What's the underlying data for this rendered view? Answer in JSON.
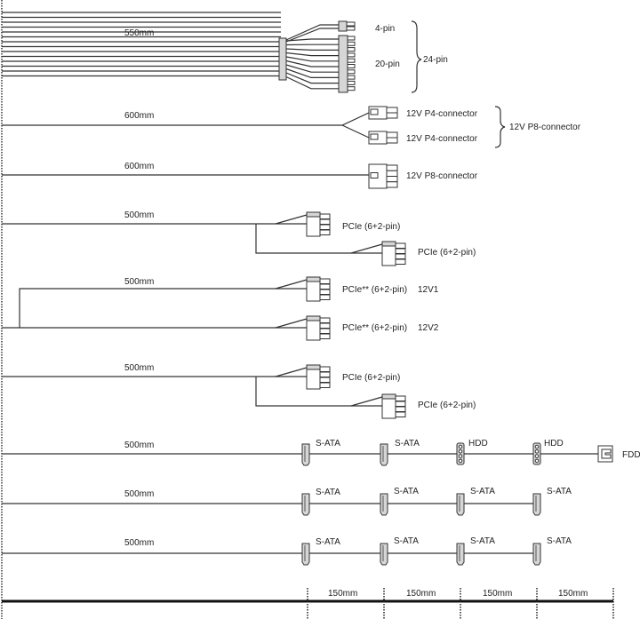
{
  "cables": {
    "atx": {
      "length": "550mm",
      "sub1": "4-pin",
      "sub2": "20-pin",
      "total": "24-pin"
    },
    "eps_split": {
      "length": "600mm",
      "conn1": "12V P4-connector",
      "conn2": "12V P4-connector",
      "total": "12V P8-connector"
    },
    "eps": {
      "length": "600mm",
      "conn": "12V P8-connector"
    },
    "pcie_a": {
      "length": "500mm",
      "conn1": "PCIe (6+2-pin)",
      "conn2": "PCIe (6+2-pin)"
    },
    "pcie_rail": {
      "length": "500mm",
      "conn1": "PCIe** (6+2-pin)",
      "rail1": "12V1",
      "conn2": "PCIe** (6+2-pin)",
      "rail2": "12V2"
    },
    "pcie_b": {
      "length": "500mm",
      "conn1": "PCIe (6+2-pin)",
      "conn2": "PCIe (6+2-pin)"
    },
    "sata_hdd": {
      "length": "500mm",
      "conns": [
        "S-ATA",
        "S-ATA",
        "HDD",
        "HDD",
        "FDD"
      ]
    },
    "sata_1": {
      "length": "500mm",
      "conns": [
        "S-ATA",
        "S-ATA",
        "S-ATA",
        "S-ATA"
      ]
    },
    "sata_2": {
      "length": "500mm",
      "conns": [
        "S-ATA",
        "S-ATA",
        "S-ATA",
        "S-ATA"
      ]
    }
  },
  "ruler": {
    "segments": [
      "150mm",
      "150mm",
      "150mm",
      "150mm"
    ]
  },
  "colors": {
    "line": "#333333",
    "connector": "#d6d6d6"
  }
}
